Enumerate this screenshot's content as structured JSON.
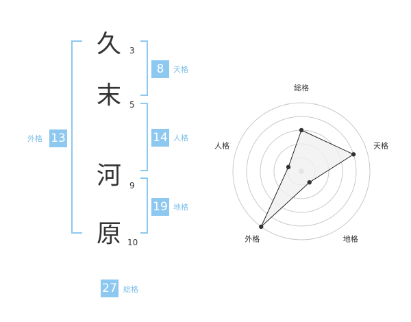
{
  "characters": [
    {
      "kanji": "久",
      "strokes": "3"
    },
    {
      "kanji": "末",
      "strokes": "5"
    },
    {
      "kanji": "河",
      "strokes": "9"
    },
    {
      "kanji": "原",
      "strokes": "10"
    }
  ],
  "fortunes": {
    "tenkaku": {
      "value": "8",
      "label": "天格"
    },
    "jinkaku": {
      "value": "14",
      "label": "人格"
    },
    "chikaku": {
      "value": "19",
      "label": "地格"
    },
    "gaikaku": {
      "value": "13",
      "label": "外格"
    },
    "soukaku": {
      "value": "27",
      "label": "総格"
    }
  },
  "radar": {
    "axes": [
      "総格",
      "天格",
      "地格",
      "外格",
      "人格"
    ],
    "levels": [
      3,
      4,
      1,
      5,
      1
    ],
    "max_level": 5
  },
  "colors": {
    "accent": "#8cc8f0",
    "label_blue": "#7cbfea",
    "text": "#333333",
    "grid": "#c8c8c8",
    "radar_fill": "#f0f0f0"
  }
}
